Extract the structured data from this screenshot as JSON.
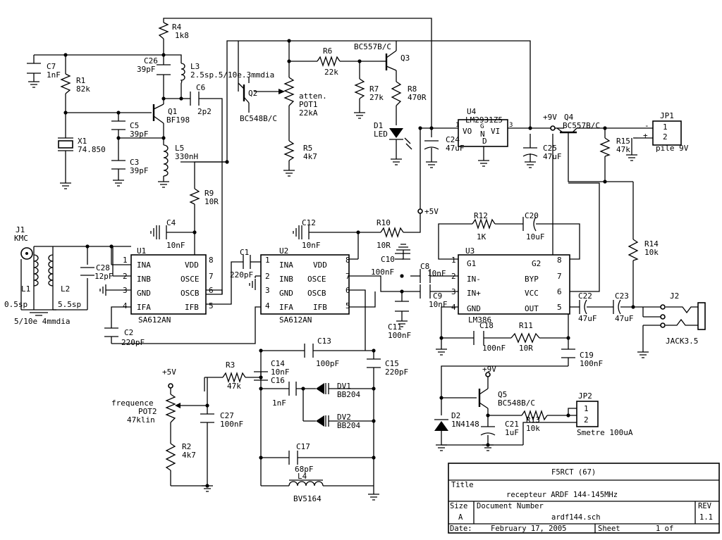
{
  "labels": {
    "R4": "R4",
    "R4v": "1k8",
    "C7": "C7",
    "C7v": "1nF",
    "C26": "C26",
    "C26v": "39pF",
    "L3": "L3",
    "L3v": "2.5sp.5/10e.3mmdia",
    "R1": "R1",
    "R1v": "82k",
    "C6": "C6",
    "C6v": "2p2",
    "Q1": "Q1",
    "Q1v": "BF198",
    "X1": "X1",
    "X1v": "74.850",
    "C5": "C5",
    "C5v": "39pF",
    "C3": "C3",
    "C3v": "39pF",
    "L5": "L5",
    "L5v": "330nH",
    "R6": "R6",
    "R6v": "22k",
    "Q2": "Q2",
    "Q2v": "BC548B/C",
    "atten": "atten.",
    "POT1": "POT1",
    "POT1v": "22kA",
    "R5": "R5",
    "R5v": "4k7",
    "Q3v": "BC557B/C",
    "Q3": "Q3",
    "R7": "R7",
    "R7v": "27k",
    "R8": "R8",
    "R8v": "470R",
    "D1": "D1",
    "D1v": "LED",
    "U4": "U4",
    "U4v": "LM2931Z5",
    "U4vo": "VO",
    "U4vi": "VI",
    "U4n": "N",
    "U4g": "G",
    "U4d": "D",
    "U4p1": "1",
    "U4p3": "3",
    "C24": "C24",
    "C24v": "47uF",
    "C25": "C25",
    "C25v": "47uF",
    "p9v": "+9V",
    "Q4": "Q4",
    "Q4v": "BC557B/C",
    "JP1": "JP1",
    "JP1p1": "1",
    "JP1p2": "2",
    "pile": "pile 9V",
    "R15": "R15",
    "R15v": "47k",
    "R9": "R9",
    "R9v": "10R",
    "J1": "J1",
    "J1v": "KMC",
    "C4": "C4",
    "C4v": "10nF",
    "C12": "C12",
    "C12v": "10nF",
    "R10": "R10",
    "R10v": "10R",
    "p5v": "+5V",
    "R12": "R12",
    "R12v": "1K",
    "C20": "C20",
    "C20v": "10uF",
    "R14": "R14",
    "R14v": "10k",
    "C28": "C28",
    "C28v": "12pF",
    "L1": "L1",
    "L2": "L2",
    "L1t": "0.5sp",
    "L2t": "5.5sp",
    "L1d": "5/10e 4mmdia",
    "U1": "U1",
    "U1n": "SA612AN",
    "U2": "U2",
    "U2n": "SA612AN",
    "C1": "C1",
    "C1v": "220pF",
    "C2": "C2",
    "C2v": "220pF",
    "C10": "C10",
    "C10v": "100nF",
    "C8": "C8",
    "C8v": "10nF",
    "C9": "C9",
    "C9v": "10nF",
    "C11": "C11",
    "C11v": "100nF",
    "U3": "U3",
    "U3n": "LM386",
    "C22": "C22",
    "C22v": "47uF",
    "C23": "C23",
    "C23v": "47uF",
    "J2": "J2",
    "jack": "JACK3.5",
    "C18": "C18",
    "C18v": "100nF",
    "R11": "R11",
    "R11v": "10R",
    "C19": "C19",
    "C19v": "100nF",
    "C13": "C13",
    "C13v": "100pF",
    "C14": "C14",
    "C14v": "10nF",
    "C15": "C15",
    "C15v": "220pF",
    "R3": "R3",
    "R3v": "47k",
    "C16": "C16",
    "C16v": "1nF",
    "DV1": "DV1",
    "DV1v": "BB204",
    "DV2": "DV2",
    "DV2v": "BB204",
    "C17": "C17",
    "C17v": "68pF",
    "L4": "L4",
    "L4v": "BV5164",
    "freq": "frequence",
    "POT2": "POT2",
    "POT2v": "47klin",
    "C27": "C27",
    "C27v": "100nF",
    "R2": "R2",
    "R2v": "4k7",
    "p9v2": "+9V",
    "Q5": "Q5",
    "Q5v": "BC548B/C",
    "D2": "D2",
    "D2v": "1N4148",
    "C21": "C21",
    "C21v": "1uF",
    "R13": "R13",
    "R13v": "10k",
    "JP2": "JP2",
    "JP2p1": "1",
    "JP2p2": "2",
    "smetre": "Smetre 100uA",
    "p5v2": "+5V",
    "U1p1": "1",
    "U1p2": "2",
    "U1p3": "3",
    "U1p4": "4",
    "U1p5": "5",
    "U1p6": "6",
    "U1p7": "7",
    "U1p8": "8",
    "U1a": "INA",
    "U1b": "INB",
    "U1c": "GND",
    "U1d": "IFA",
    "U1e": "VDD",
    "U1f": "OSCE",
    "U1g": "OSCB",
    "U1h": "IFB",
    "U2p1": "1",
    "U2p2": "2",
    "U2p3": "3",
    "U2p4": "4",
    "U2p5": "5",
    "U2p6": "6",
    "U2p7": "7",
    "U2p8": "8",
    "U2a": "INA",
    "U2b": "INB",
    "U2c": "GND",
    "U2d": "IFA",
    "U2e": "VDD",
    "U2f": "OSCE",
    "U2g": "OSCB",
    "U2h": "IFB",
    "U3a": "G1",
    "U3b": "IN-",
    "U3c": "IN+",
    "U3d": "GND",
    "U3e": "G2",
    "U3f": "BYP",
    "U3g": "VCC",
    "U3h": "OUT",
    "U3p1": "1",
    "U3p2": "2",
    "U3p3": "3",
    "U3p4": "4",
    "U3p5": "5",
    "U3p6": "6",
    "U3p7": "7",
    "U3p8": "8"
  },
  "title_block": {
    "author": "F5RCT (67)",
    "title_label": "Title",
    "title": "recepteur ARDF 144-145MHz",
    "size_label": "Size",
    "size": "A",
    "docnum_label": "Document Number",
    "docnum": "ardf144.sch",
    "rev_label": "REV",
    "rev": "1.1",
    "date_label": "Date:",
    "date": "February 17, 2005",
    "sheet_label": "Sheet",
    "sheet": "1 of"
  }
}
